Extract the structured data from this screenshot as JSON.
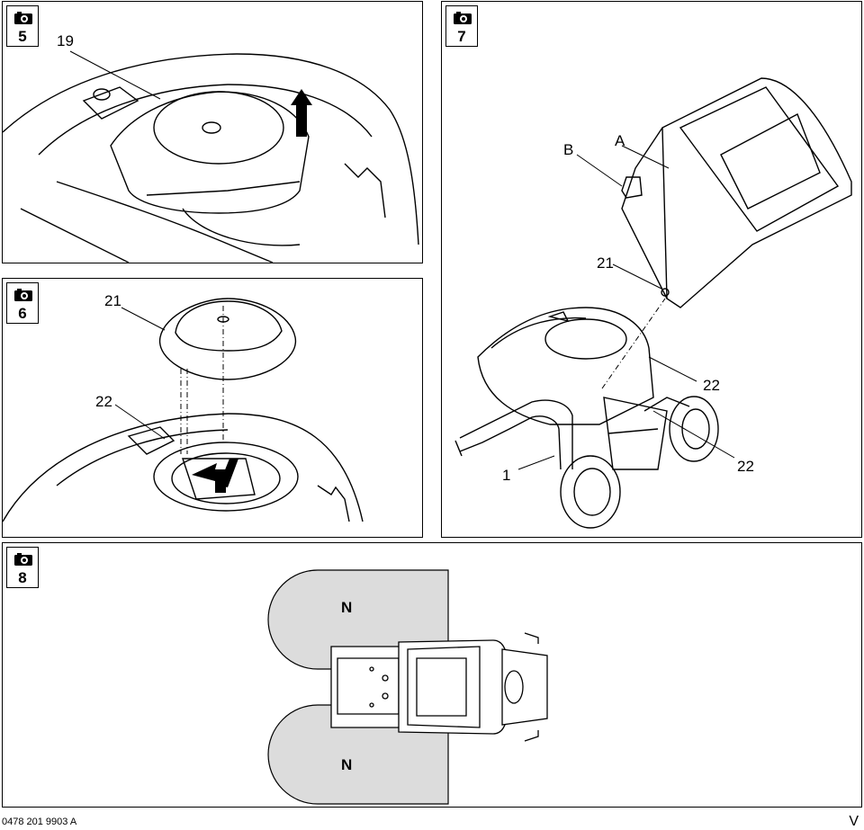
{
  "figures": [
    {
      "id": "5",
      "callouts": [
        "19"
      ]
    },
    {
      "id": "6",
      "callouts": [
        "21",
        "22"
      ]
    },
    {
      "id": "7",
      "callouts": [
        "A",
        "B",
        "21",
        "22",
        "22",
        "1"
      ]
    },
    {
      "id": "8",
      "zones": [
        "N",
        "N"
      ]
    }
  ],
  "icons": {
    "camera": "camera-icon",
    "arrow": "arrow-icon"
  },
  "footer": {
    "code": "0478 201 9903 A",
    "mark": "V"
  }
}
